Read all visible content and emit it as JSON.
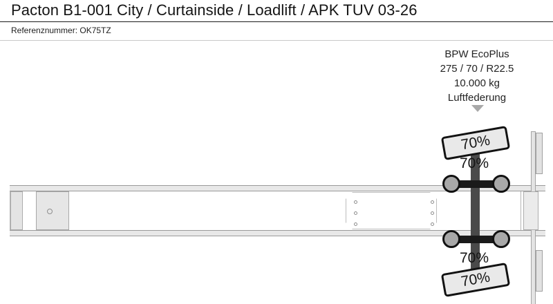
{
  "header": {
    "title": "Pacton B1-001 City / Curtainside / Loadlift / APK TUV 03-26",
    "reference_label": "Referenznummer: OK75TZ"
  },
  "axle_spec": {
    "brand": "BPW EcoPlus",
    "tyre_size": "275 / 70 / R22.5",
    "capacity": "10.000 kg",
    "suspension": "Luftfederung",
    "arrow_icon": "chevron-down-icon"
  },
  "tyres": {
    "front_left_pct": "70%",
    "front_right_pct": "70%",
    "rear_left_pct": "70%",
    "rear_right_pct": "70%"
  },
  "colors": {
    "accent": "#121212",
    "chassis_fill": "#e8e8e8",
    "chassis_stroke": "#9a9a9a",
    "wheel_fill": "#a8a8a8",
    "beam": "#4a4a4a",
    "callout_fill": "#e9e9e9",
    "arrow": "#a8a8a8"
  }
}
